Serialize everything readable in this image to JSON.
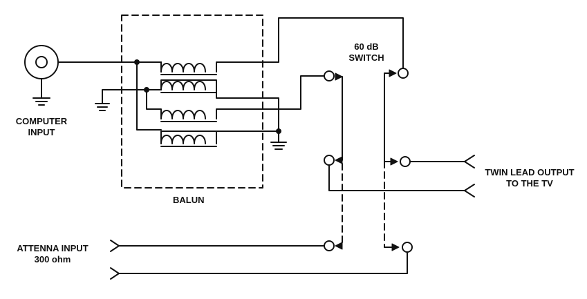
{
  "labels": {
    "computer_input_line1": "COMPUTER",
    "computer_input_line2": "INPUT",
    "balun": "BALUN",
    "switch_line1": "60 dB",
    "switch_line2": "SWITCH",
    "twin_lead_line1": "TWIN LEAD OUTPUT",
    "twin_lead_line2": "TO THE TV",
    "antenna_line1": "ATTENNA INPUT",
    "antenna_line2": "300 ohm"
  },
  "colors": {
    "ink": "#111111",
    "background": "#ffffff"
  }
}
